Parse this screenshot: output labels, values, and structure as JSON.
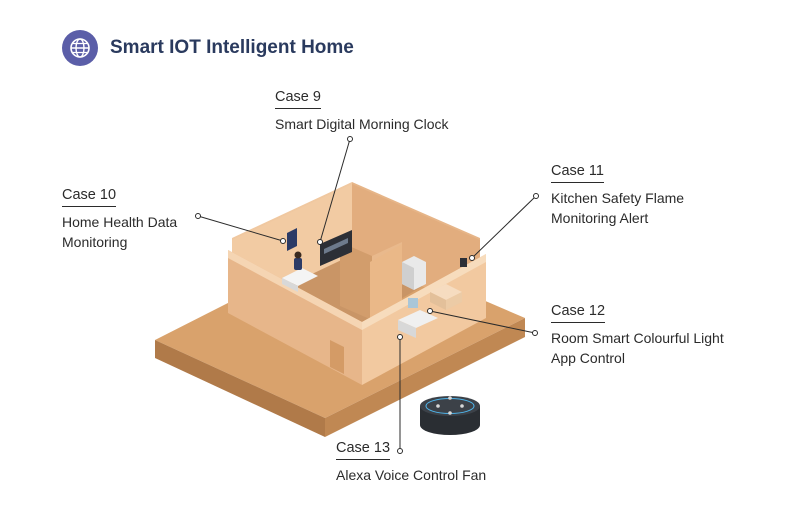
{
  "header": {
    "title": "Smart IOT Intelligent Home",
    "icon": "globe-icon",
    "icon_color": "#5b5ea8"
  },
  "cases": [
    {
      "number": "Case 9",
      "lines": [
        "Smart Digital Morning Clock"
      ]
    },
    {
      "number": "Case 10",
      "lines": [
        "Home Health Data",
        "Monitoring"
      ]
    },
    {
      "number": "Case 11",
      "lines": [
        "Kitchen Safety Flame",
        "Monitoring Alert"
      ]
    },
    {
      "number": "Case 12",
      "lines": [
        "Room Smart Colourful Light",
        "App Control"
      ]
    },
    {
      "number": "Case 13",
      "lines": [
        "Alexa Voice Control Fan"
      ]
    }
  ],
  "colors": {
    "floor": "#c8915f",
    "wall": "#e9b98c",
    "wall_shade": "#d9a574",
    "speaker": "#2f3339",
    "speaker_ring": "#4fb3e8"
  }
}
